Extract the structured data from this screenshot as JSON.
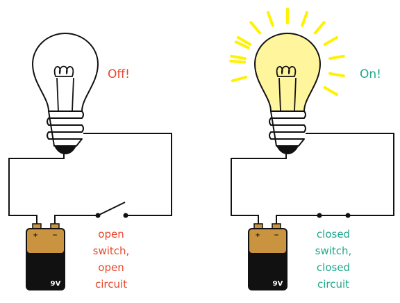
{
  "colors": {
    "off": "#e8462b",
    "on": "#1fa88d",
    "glow": "#fff200",
    "bulb_on_fill": "#fff59d",
    "battery_top": "#c9933f",
    "battery_body": "#111111",
    "wire": "#111111"
  },
  "left_circuit": {
    "status": "Off!",
    "switch_label": [
      "open",
      "switch,",
      "open",
      "circuit"
    ],
    "battery": {
      "plus": "+",
      "minus": "−",
      "voltage": "9V"
    }
  },
  "right_circuit": {
    "status": "On!",
    "switch_label": [
      "closed",
      "switch,",
      "closed",
      "circuit"
    ],
    "battery": {
      "plus": "+",
      "minus": "−",
      "voltage": "9V"
    }
  }
}
